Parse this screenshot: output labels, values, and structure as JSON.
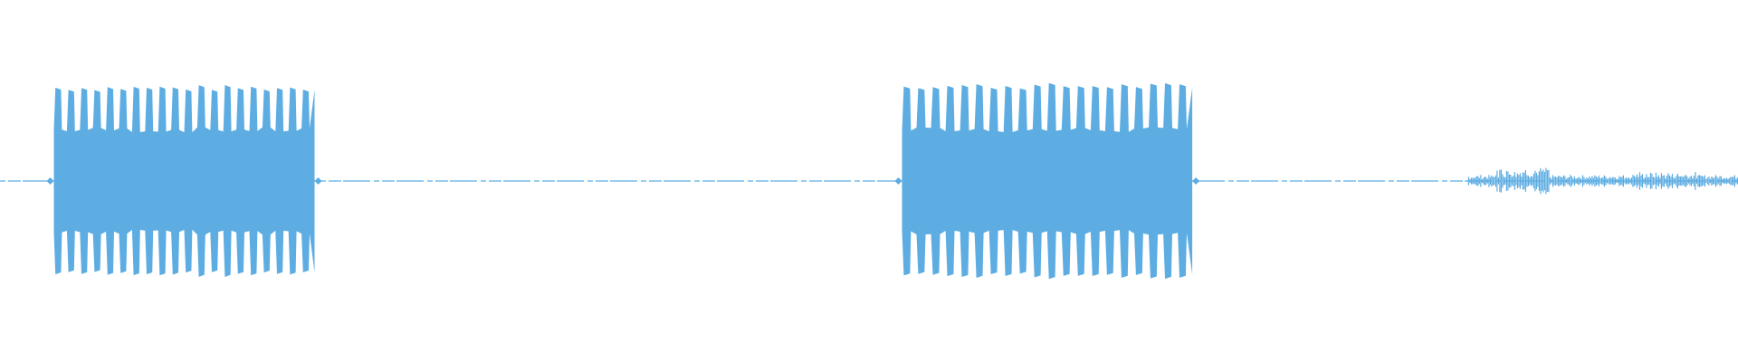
{
  "waveform": {
    "color": "#5dade2",
    "background": "#ffffff",
    "duration_fraction_segments": [
      {
        "kind": "silence",
        "start": 0.0,
        "end": 0.031
      },
      {
        "kind": "burst",
        "start": 0.031,
        "end": 0.181,
        "peak": 0.93,
        "trough": 0.52,
        "pulses": 20
      },
      {
        "kind": "silence",
        "start": 0.181,
        "end": 0.519
      },
      {
        "kind": "burst",
        "start": 0.519,
        "end": 0.686,
        "peak": 0.95,
        "trough": 0.52,
        "pulses": 20
      },
      {
        "kind": "silence",
        "start": 0.686,
        "end": 0.845
      },
      {
        "kind": "noise",
        "start": 0.845,
        "end": 1.0,
        "peak": 0.12
      }
    ]
  }
}
